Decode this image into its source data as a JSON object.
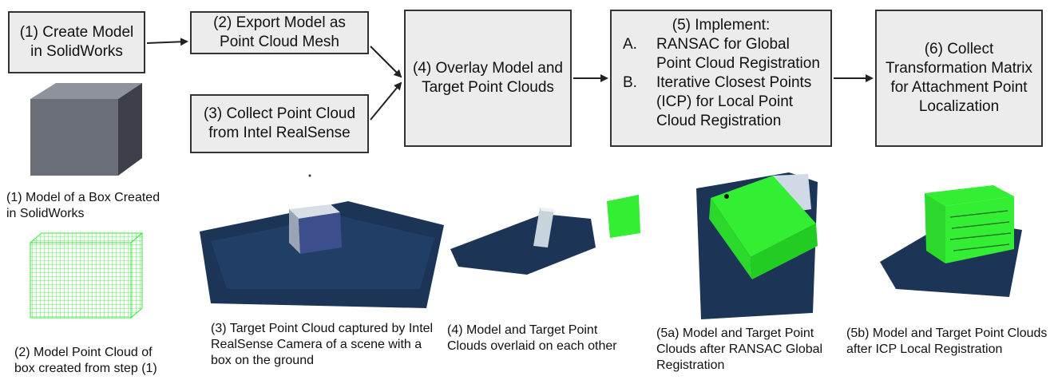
{
  "steps": {
    "s1": "(1) Create Model in SolidWorks",
    "s2": "(2) Export Model as Point Cloud Mesh",
    "s3": "(3) Collect Point Cloud from Intel RealSense",
    "s4": "(4) Overlay Model and Target Point Clouds",
    "s5": {
      "title": "(5) Implement:",
      "items": [
        {
          "marker": "A.",
          "text": "RANSAC for Global Point Cloud Registration"
        },
        {
          "marker": "B.",
          "text": "Iterative Closest Points (ICP) for Local Point Cloud Registration"
        }
      ]
    },
    "s6": "(6) Collect Transformation Matrix for Attachment Point Localization"
  },
  "captions": {
    "c1": "(1) Model of a Box Created in SolidWorks",
    "c2": "(2) Model Point Cloud of box created from step (1)",
    "c3": "(3) Target Point Cloud captured by Intel RealSense Camera of a scene with a box on the ground",
    "c4": "(4) Model and Target Point Clouds overlaid on each other",
    "c5a": "(5a) Model and Target Point Clouds after RANSAC Global Registration",
    "c5b": "(5b) Model and Target Point Clouds after ICP Local Registration"
  },
  "colors": {
    "box_fill": "#ececec",
    "point_green": "#33ee33",
    "scene_blue": "#1c3557"
  }
}
